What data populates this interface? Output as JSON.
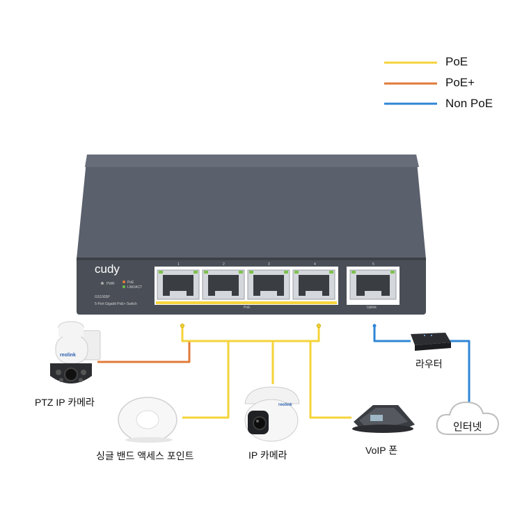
{
  "colors": {
    "poe": "#f5d33a",
    "poe_plus": "#e07a3a",
    "non_poe": "#2f86d6",
    "switch_body": "#5c6370",
    "switch_front": "#4b5058"
  },
  "legend": [
    {
      "label": "PoE",
      "color": "#f5d33a"
    },
    {
      "label": "PoE+",
      "color": "#e07a3a"
    },
    {
      "label": "Non PoE",
      "color": "#2f86d6"
    }
  ],
  "switch": {
    "brand": "cudy",
    "led_pwr": "PWR",
    "led_poe": "PoE",
    "led_lnk": "LNK/ACT",
    "model": "GS1005P",
    "description": "5-Port Gigabit PoE+ Switch",
    "port_numbers": [
      "1",
      "2",
      "3",
      "4",
      "5"
    ],
    "poe_label": "PoE",
    "uplink_label": "Uplink"
  },
  "devices": {
    "ptz_camera": {
      "label": "PTZ IP 카메라",
      "brand": "reolink"
    },
    "access_point": {
      "label": "싱글 밴드 액세스 포인트"
    },
    "ip_camera": {
      "label": "IP 카메라",
      "brand": "reolink"
    },
    "voip_phone": {
      "label": "VoIP 폰"
    },
    "router": {
      "label": "라우터"
    },
    "internet": {
      "label": "인터넷"
    }
  }
}
